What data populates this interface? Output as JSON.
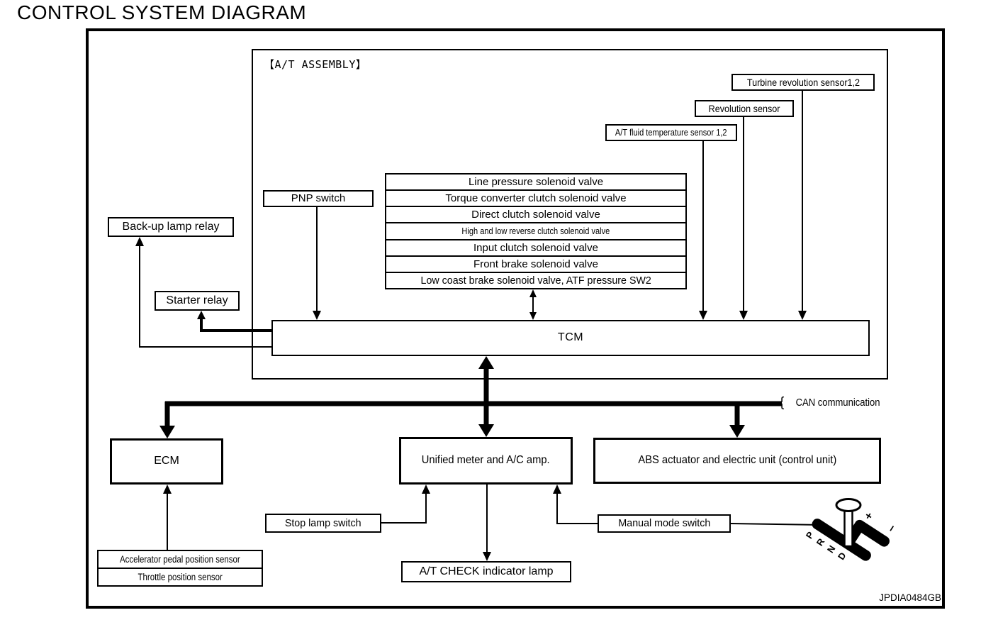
{
  "title": "CONTROL SYSTEM DIAGRAM",
  "figure_code": "JPDIA0484GB",
  "at_assembly": {
    "label": "【A/T ASSEMBLY】"
  },
  "sensors": {
    "turbine": "Turbine revolution sensor1,2",
    "revolution": "Revolution sensor",
    "fluid_temp": "A/T fluid temperature sensor 1,2"
  },
  "switches": {
    "pnp": "PNP switch",
    "stop_lamp": "Stop lamp switch",
    "manual_mode": "Manual mode switch"
  },
  "relays": {
    "backup_lamp": "Back-up lamp relay",
    "starter": "Starter relay"
  },
  "solenoid_valves": [
    "Line pressure solenoid valve",
    "Torque converter clutch solenoid valve",
    "Direct clutch solenoid valve",
    "High and low reverse clutch solenoid valve",
    "Input clutch solenoid valve",
    "Front brake solenoid valve",
    "Low coast brake solenoid valve, ATF pressure SW2"
  ],
  "modules": {
    "tcm": "TCM",
    "ecm": "ECM",
    "unified_meter": "Unified meter and A/C amp.",
    "abs": "ABS actuator and electric unit (control unit)"
  },
  "can": {
    "brace": "{",
    "label": "CAN communication"
  },
  "pedal_sensors": [
    "Accelerator pedal position sensor",
    "Throttle position sensor"
  ],
  "indicator": {
    "at_check": "A/T CHECK indicator lamp"
  },
  "shift_lever": {
    "positions": [
      "P",
      "R",
      "N",
      "D"
    ],
    "up": "+",
    "down": "−"
  }
}
